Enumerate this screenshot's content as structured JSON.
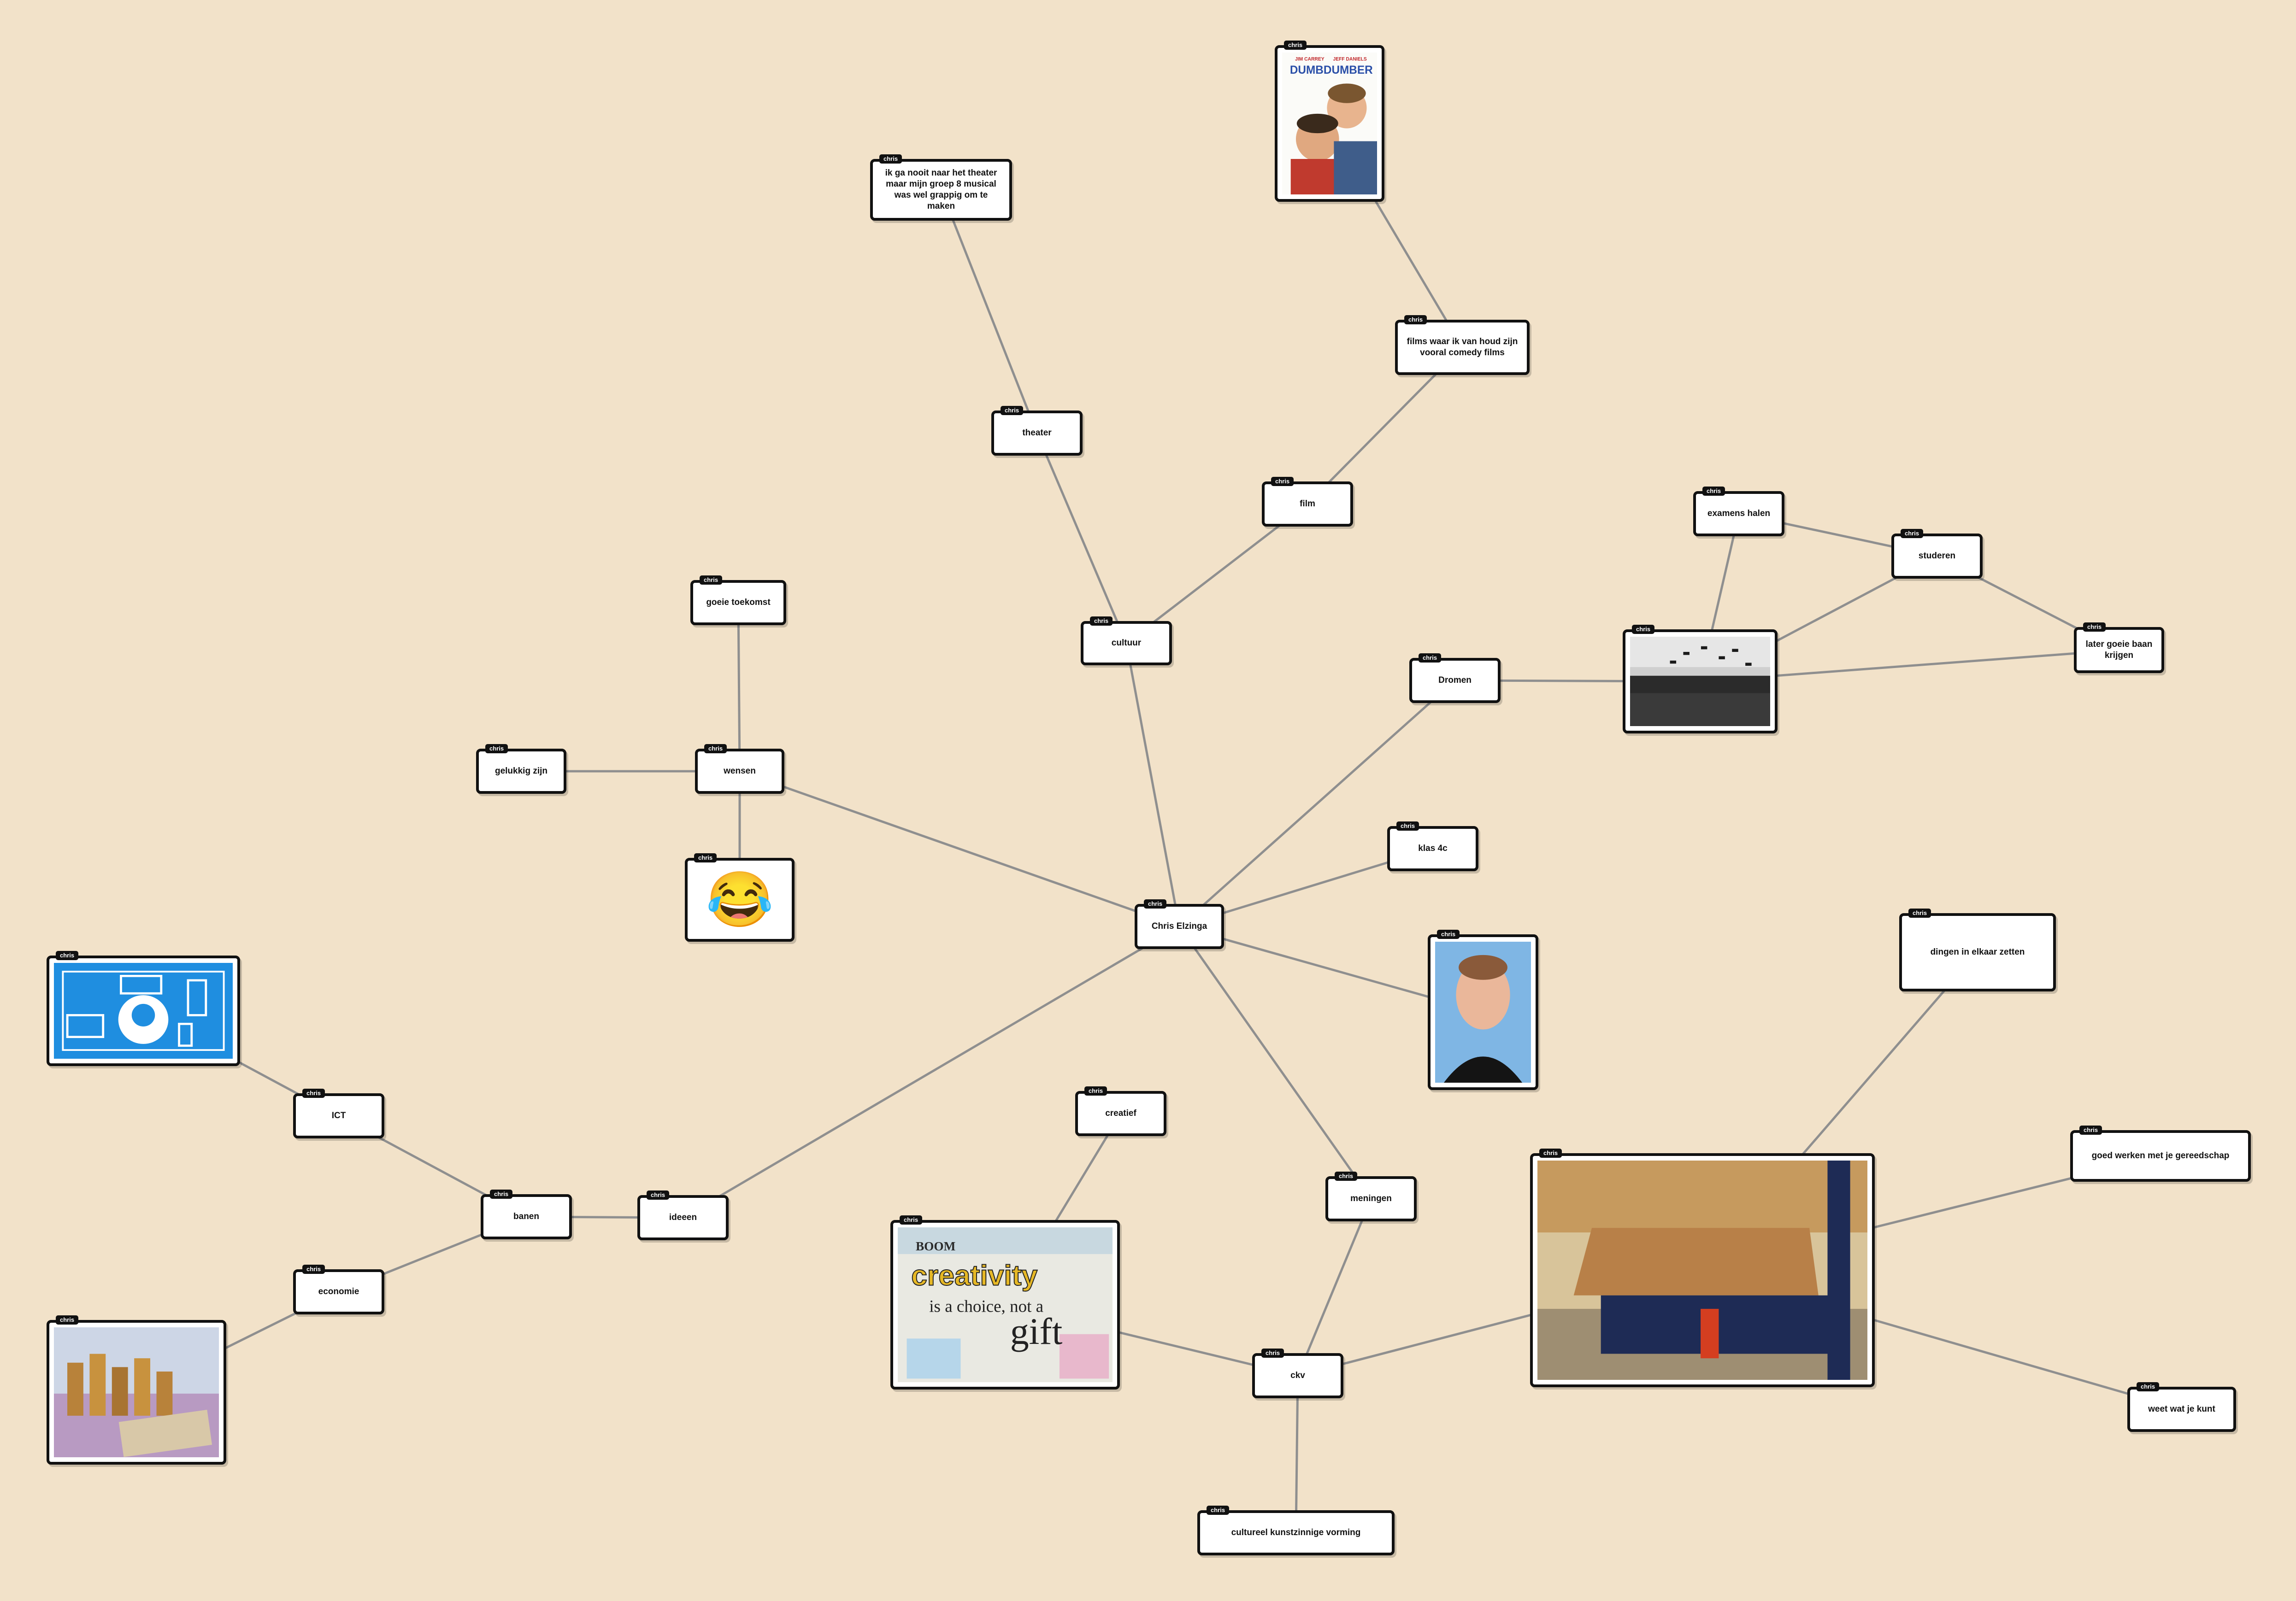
{
  "author_tag": "chris",
  "nodes": {
    "center": "Chris Elzinga",
    "wensen": "wensen",
    "goeie_toekomst": "goeie toekomst",
    "gelukkig": "gelukkig zijn",
    "cultuur": "cultuur",
    "theater": "theater",
    "theater_note": "ik ga nooit naar het theater maar mijn groep 8 musical was wel grappig om te maken",
    "film": "film",
    "films_note": "films waar ik van houd zijn vooral comedy films",
    "dromen": "Dromen",
    "examens": "examens halen",
    "studeren": "studeren",
    "baan": "later goeie baan krijgen",
    "klas": "klas 4c",
    "meningen": "meningen",
    "ckv": "ckv",
    "ckv_full": "cultureel kunstzinnige vorming",
    "creatief": "creatief",
    "ideen": "ideeen",
    "banen": "banen",
    "ict": "ICT",
    "economie": "economie",
    "dingen": "dingen in elkaar zetten",
    "gereedschap": "goed werken met je gereedschap",
    "weet": "weet wat je kunt"
  },
  "images": {
    "emoji": "😂",
    "movie_actor_left": "JIM CARREY",
    "movie_actor_right": "JEFF DANIELS",
    "movie_title_1": "DUMB",
    "movie_title_2": "DUMBER",
    "poster_word_1": "BOOM",
    "poster_word_2": "creativity",
    "poster_word_3": "is a choice, not a",
    "poster_word_4": "gift"
  }
}
